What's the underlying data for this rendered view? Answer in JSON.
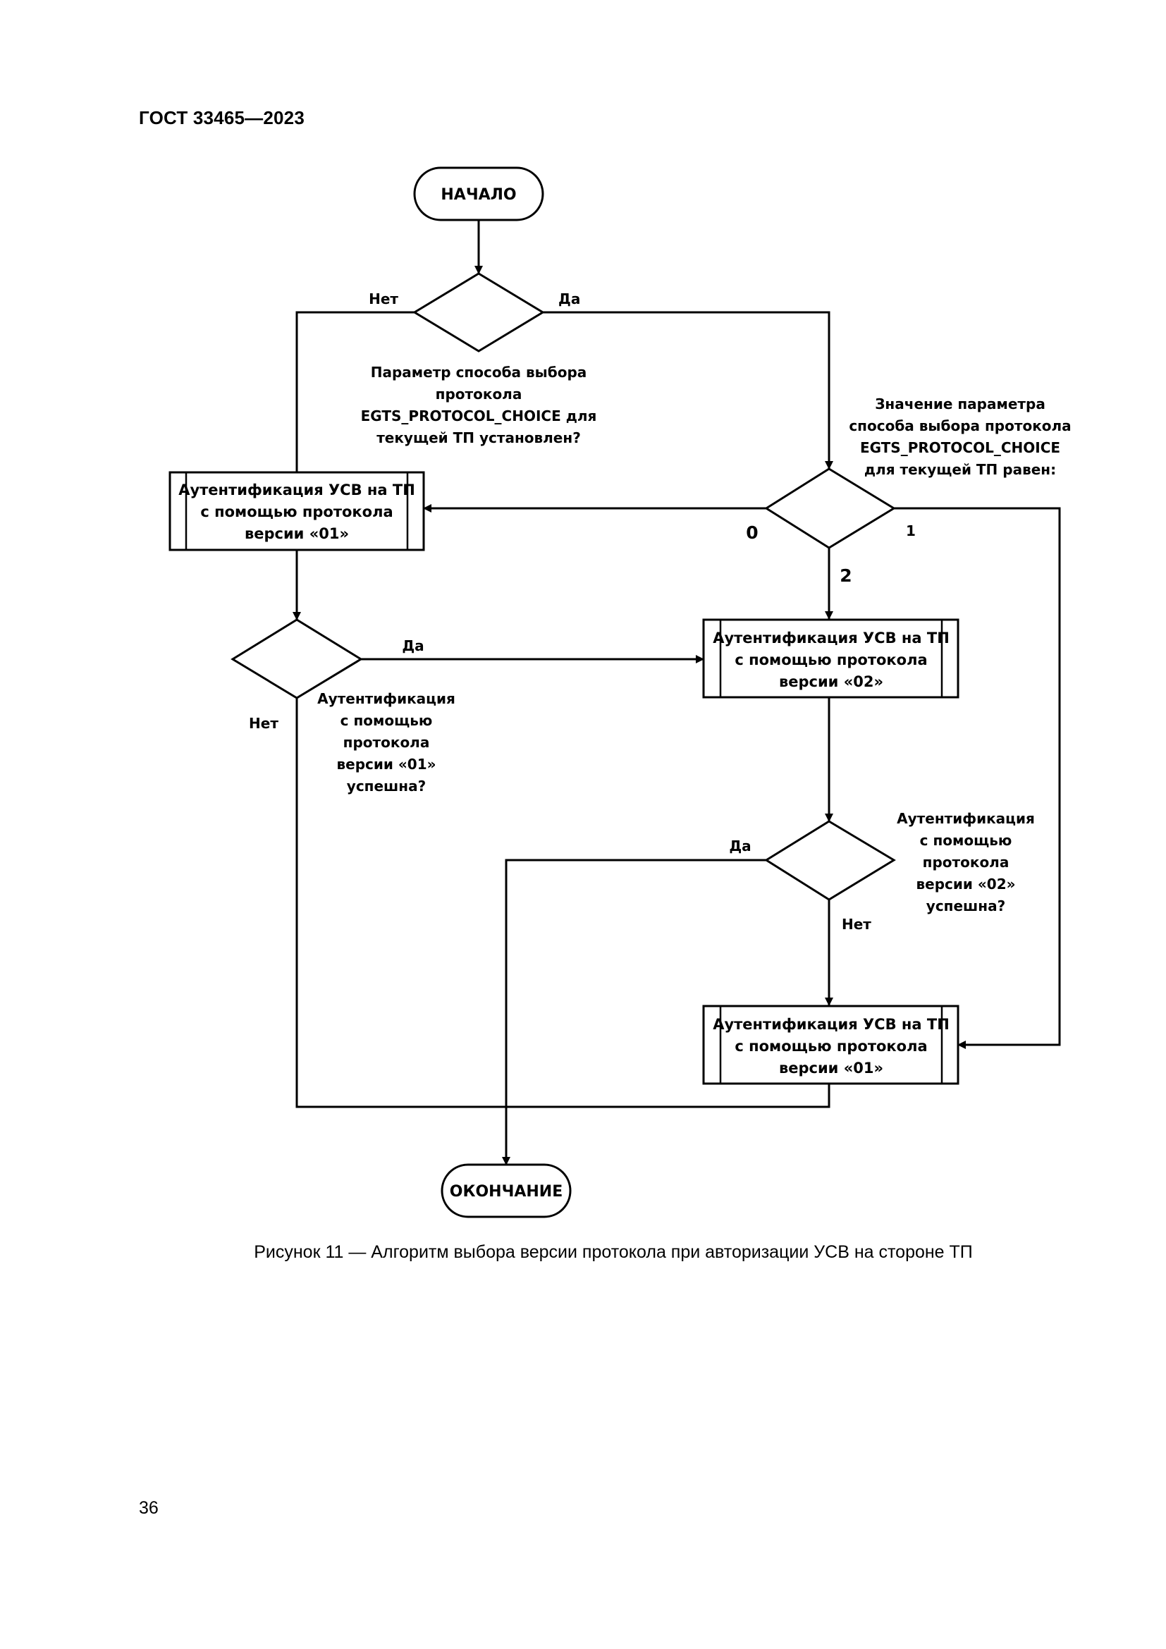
{
  "document": {
    "header": "ГОСТ 33465—2023",
    "caption": "Рисунок 11 — Алгоритм выбора версии протокола при авторизации УСВ на стороне ТП",
    "page_number": "36"
  },
  "flowchart": {
    "start": "НАЧАЛО",
    "end": "ОКОНЧАНИЕ",
    "decision1": {
      "no_label": "Нет",
      "yes_label": "Да",
      "question": [
        "Параметр способа выбора",
        "протокола",
        "EGTS_PROTOCOL_CHOICE для",
        "текущей ТП установлен?"
      ]
    },
    "decision2": {
      "question": [
        "Значение параметра",
        "способа выбора протокола",
        "EGTS_PROTOCOL_CHOICE",
        "для текущей ТП равен:"
      ],
      "option0": "0",
      "option1": "1",
      "option2": "2"
    },
    "process_v01_top": [
      "Аутентификация УСВ на ТП",
      "с помощью протокола",
      "версии «01»"
    ],
    "process_v02": [
      "Аутентификация УСВ на ТП",
      "с помощью протокола",
      "версии «02»"
    ],
    "process_v01_bottom": [
      "Аутентификация УСВ на ТП",
      "с помощью протокола",
      "версии «01»"
    ],
    "decision3": {
      "yes_label": "Да",
      "no_label": "Нет",
      "question": [
        "Аутентификация",
        "с помощью",
        "протокола",
        "версии «01»",
        "успешна?"
      ]
    },
    "decision4": {
      "yes_label": "Да",
      "no_label": "Нет",
      "question": [
        "Аутентификация",
        "с помощью",
        "протокола",
        "версии «02»",
        "успешна?"
      ]
    }
  }
}
